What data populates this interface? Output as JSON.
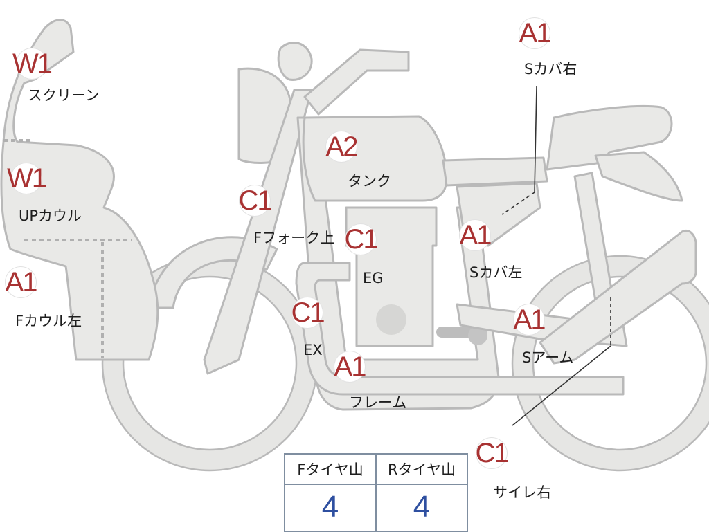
{
  "badges": {
    "screen": "W1",
    "upcowl": "W1",
    "fcowl_left": "A1",
    "ffork_upper": "C1",
    "tank": "A2",
    "engine": "C1",
    "exhaust": "C1",
    "frame": "A1",
    "scover_right": "A1",
    "scover_left": "A1",
    "swingarm": "A1",
    "silencer_right": "C1"
  },
  "labels": {
    "screen": "スクリーン",
    "upcowl": "UPカウル",
    "fcowl_left": "Fカウル左",
    "ffork_upper": "Fフォーク上",
    "tank": "タンク",
    "engine": "EG",
    "exhaust": "EX",
    "frame": "フレーム",
    "scover_right": "Sカバ右",
    "scover_left": "Sカバ左",
    "swingarm": "Sアーム",
    "silencer_right": "サイレ右"
  },
  "tire_table": {
    "front_header": "Fタイヤ山",
    "rear_header": "Rタイヤ山",
    "front_value": "4",
    "rear_value": "4"
  },
  "colors": {
    "part_fill": "#e9e9e7",
    "part_outline": "#b9b9b9",
    "badge_text": "#a83232",
    "table_value": "#2e4fa0",
    "table_border": "#7f8ea0"
  }
}
